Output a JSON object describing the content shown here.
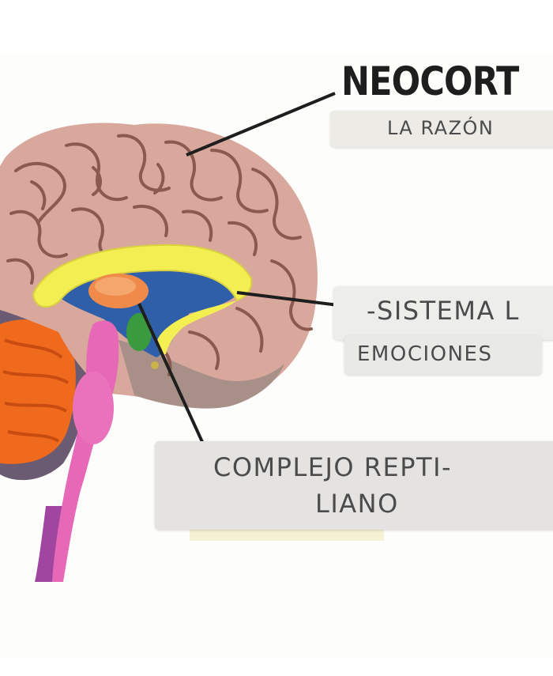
{
  "labels": {
    "neocortex_title": "NEOCORT",
    "neocortex_sub": "LA RAZÓN",
    "limbic_title": "-SISTEMA L",
    "limbic_sub": "EMOCIONES",
    "reptilian_line1": "COMPLEJO REPTI-",
    "reptilian_line2": "LIANO"
  },
  "colors": {
    "cortex": "#d8a89c",
    "cortex_folds": "#8a5a50",
    "corpus_callosum": "#f3ee52",
    "limbic": "#2f5fa8",
    "thalamus": "#f08a4a",
    "hippocampus": "#3a9a3e",
    "cerebellum": "#f06a1e",
    "brainstem": "#e868b8",
    "spinal_cord": "#a046a0",
    "label_bg": "#ecebe6",
    "label_text": "#4b4b4b",
    "title_text": "#1e1e1e"
  }
}
